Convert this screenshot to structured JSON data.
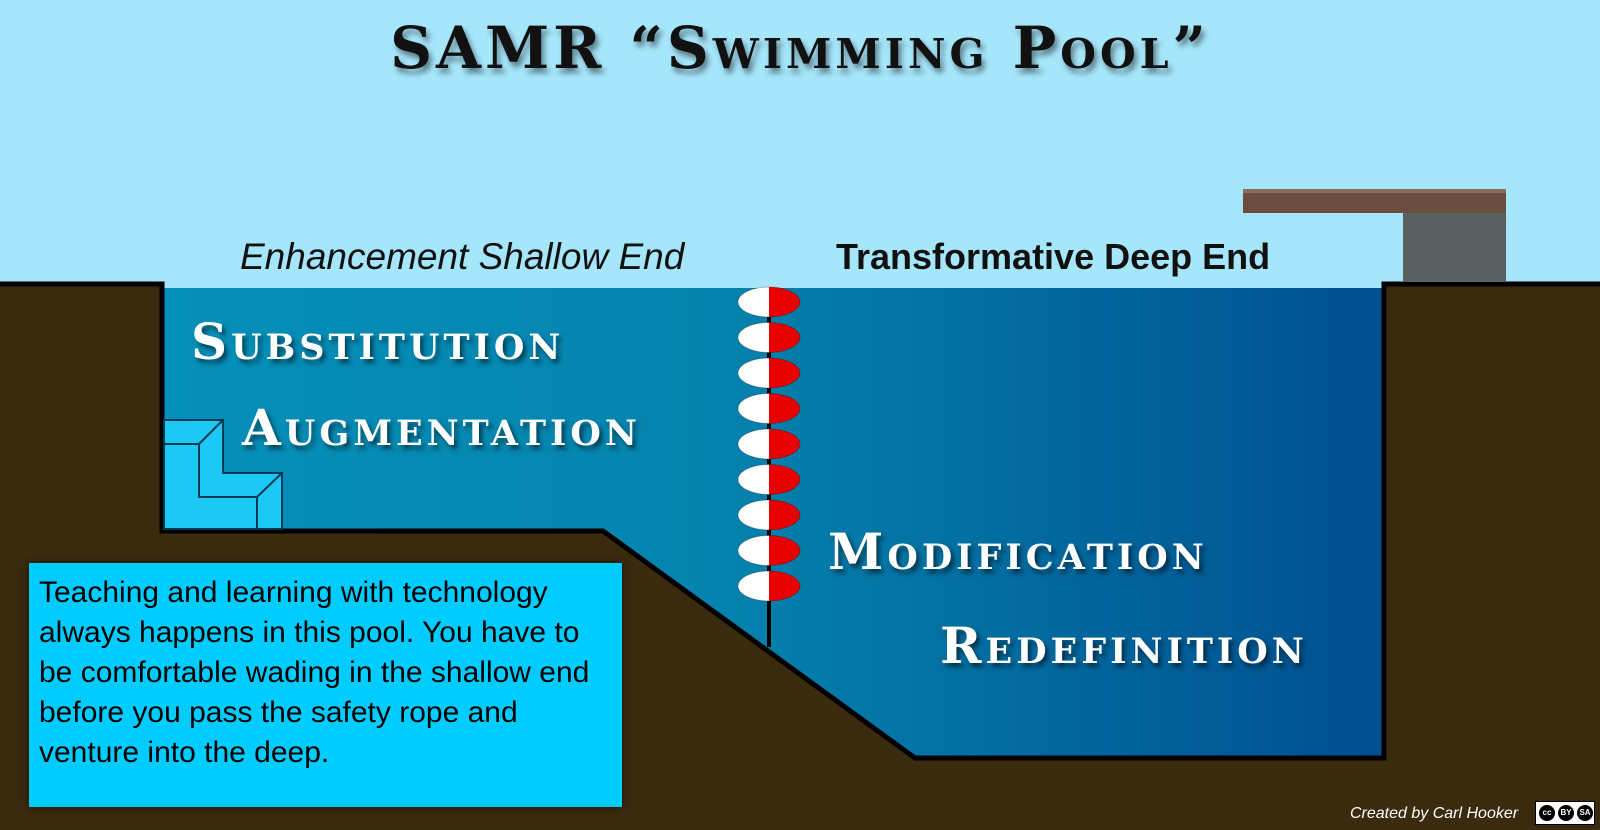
{
  "title": "SAMR “Swimming Pool”",
  "ends": {
    "shallow": "Enhancement Shallow End",
    "deep": "Transformative Deep End"
  },
  "stages": [
    "Substitution",
    "Augmentation",
    "Modification",
    "Redefinition"
  ],
  "note": "Teaching and learning with technology always happens in this pool. You have to be comfortable wading in the shallow end before you pass the safety rope and venture into the deep.",
  "credit": "Created by Carl Hooker",
  "license_icon": "cc-by-sa-badge-icon",
  "colors": {
    "sky": "#a6e6fb",
    "ground": "#3a2a0e",
    "shallow_water": "#0090b8",
    "deep_water": "#00508f",
    "steps": "#1cc9f4",
    "note_box": "#00ccff",
    "board": "#6b4d3f",
    "board_base": "#5a5f60",
    "buoy_red": "#e80000"
  },
  "buoy_count": 9
}
